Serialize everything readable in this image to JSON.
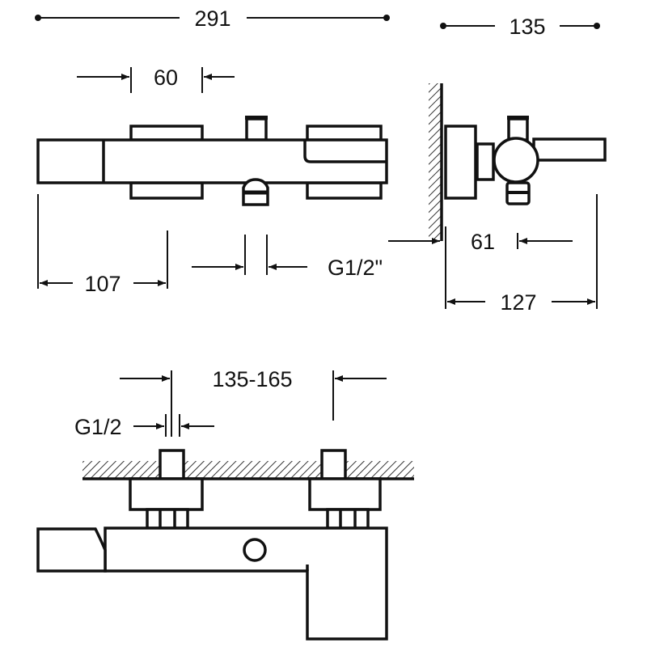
{
  "title": "Wall-mounted bath/shower mixer dimension drawing",
  "dimensions": {
    "overall_length": "291",
    "depth": "135",
    "handle_width": "60",
    "spout_to_handle": "107",
    "outlet_thread": "G1/2\"",
    "wall_to_center": "61",
    "wall_to_lever_end": "127",
    "inlet_spacing": "135-165",
    "inlet_thread": "G1/2"
  },
  "colors": {
    "line": "#111111",
    "background": "#ffffff"
  }
}
